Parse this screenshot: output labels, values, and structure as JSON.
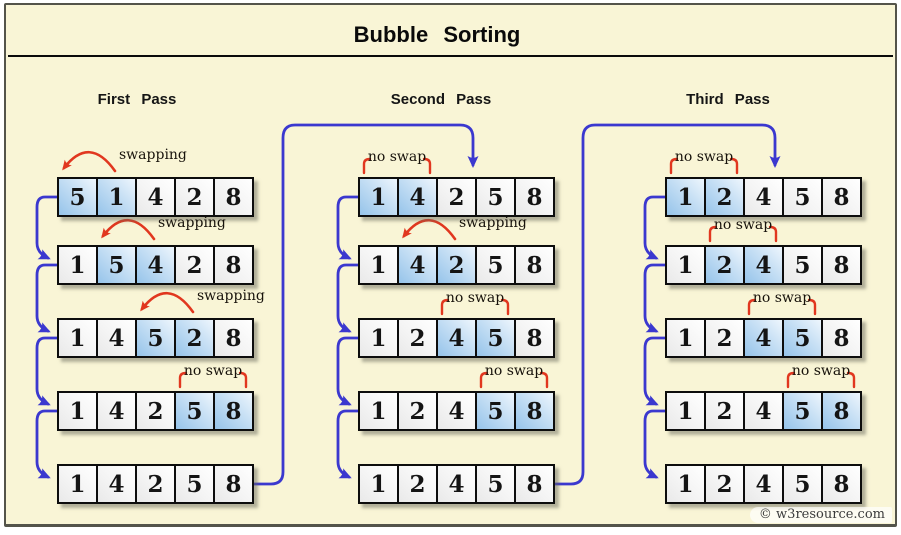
{
  "title": "Bubble Sorting",
  "watermark": "© w3resource.com",
  "colors": {
    "background": "#f9f5d6",
    "panel_border": "#54544a",
    "arrow_blue": "#3b38cf",
    "arrow_red": "#e1371f",
    "cell_highlight": "#96c4ea"
  },
  "passes": [
    {
      "label": "First Pass",
      "rows": [
        {
          "values": [
            "5",
            "1",
            "4",
            "2",
            "8"
          ],
          "highlight": [
            0,
            1
          ],
          "annotation": {
            "type": "swap",
            "text": "swapping",
            "cells": [
              0,
              1
            ]
          }
        },
        {
          "values": [
            "1",
            "5",
            "4",
            "2",
            "8"
          ],
          "highlight": [
            1,
            2
          ],
          "annotation": {
            "type": "swap",
            "text": "swapping",
            "cells": [
              1,
              2
            ]
          }
        },
        {
          "values": [
            "1",
            "4",
            "5",
            "2",
            "8"
          ],
          "highlight": [
            2,
            3
          ],
          "annotation": {
            "type": "swap",
            "text": "swapping",
            "cells": [
              2,
              3
            ]
          }
        },
        {
          "values": [
            "1",
            "4",
            "2",
            "5",
            "8"
          ],
          "highlight": [
            3,
            4
          ],
          "annotation": {
            "type": "noswap",
            "text": "no swap",
            "cells": [
              3,
              4
            ]
          }
        },
        {
          "values": [
            "1",
            "4",
            "2",
            "5",
            "8"
          ],
          "highlight": [],
          "annotation": null
        }
      ]
    },
    {
      "label": "Second Pass",
      "rows": [
        {
          "values": [
            "1",
            "4",
            "2",
            "5",
            "8"
          ],
          "highlight": [
            0,
            1
          ],
          "annotation": {
            "type": "noswap",
            "text": "no swap",
            "cells": [
              0,
              1
            ]
          }
        },
        {
          "values": [
            "1",
            "4",
            "2",
            "5",
            "8"
          ],
          "highlight": [
            1,
            2
          ],
          "annotation": {
            "type": "swap",
            "text": "swapping",
            "cells": [
              1,
              2
            ]
          }
        },
        {
          "values": [
            "1",
            "2",
            "4",
            "5",
            "8"
          ],
          "highlight": [
            2,
            3
          ],
          "annotation": {
            "type": "noswap",
            "text": "no swap",
            "cells": [
              2,
              3
            ]
          }
        },
        {
          "values": [
            "1",
            "2",
            "4",
            "5",
            "8"
          ],
          "highlight": [
            3,
            4
          ],
          "annotation": {
            "type": "noswap",
            "text": "no swap",
            "cells": [
              3,
              4
            ]
          }
        },
        {
          "values": [
            "1",
            "2",
            "4",
            "5",
            "8"
          ],
          "highlight": [],
          "annotation": null
        }
      ]
    },
    {
      "label": "Third Pass",
      "rows": [
        {
          "values": [
            "1",
            "2",
            "4",
            "5",
            "8"
          ],
          "highlight": [
            0,
            1
          ],
          "annotation": {
            "type": "noswap",
            "text": "no swap",
            "cells": [
              0,
              1
            ]
          }
        },
        {
          "values": [
            "1",
            "2",
            "4",
            "5",
            "8"
          ],
          "highlight": [
            1,
            2
          ],
          "annotation": {
            "type": "noswap",
            "text": "no swap",
            "cells": [
              1,
              2
            ]
          }
        },
        {
          "values": [
            "1",
            "2",
            "4",
            "5",
            "8"
          ],
          "highlight": [
            2,
            3
          ],
          "annotation": {
            "type": "noswap",
            "text": "no swap",
            "cells": [
              2,
              3
            ]
          }
        },
        {
          "values": [
            "1",
            "2",
            "4",
            "5",
            "8"
          ],
          "highlight": [
            3,
            4
          ],
          "annotation": {
            "type": "noswap",
            "text": "no swap",
            "cells": [
              3,
              4
            ]
          }
        },
        {
          "values": [
            "1",
            "2",
            "4",
            "5",
            "8"
          ],
          "highlight": [],
          "annotation": null
        }
      ]
    }
  ]
}
